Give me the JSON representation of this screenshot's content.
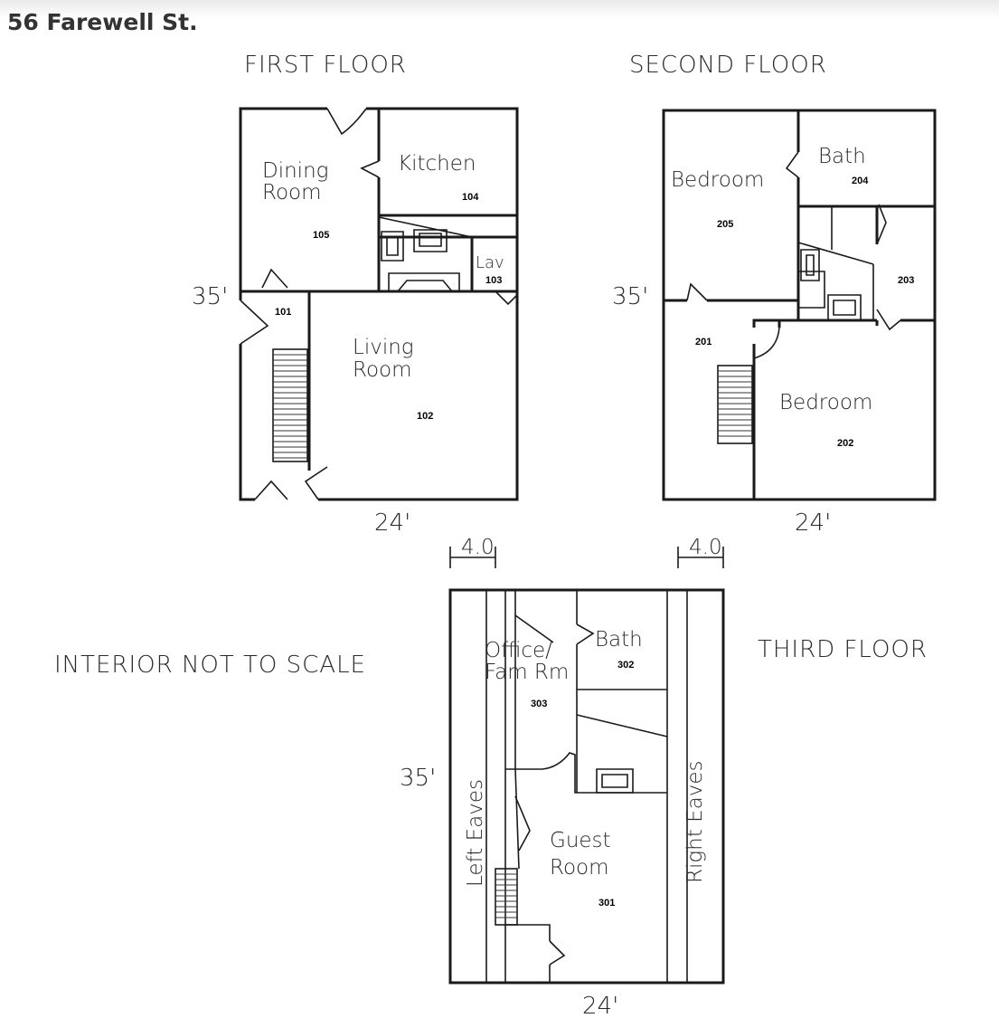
{
  "address": "56 Farewell St.",
  "note": "INTERIOR NOT TO SCALE",
  "first_floor": {
    "title": "FIRST FLOOR",
    "width": "24'",
    "depth": "35'",
    "rooms": {
      "dining_line1": "Dining",
      "dining_line2": "Room",
      "dining_num": "105",
      "kitchen": "Kitchen",
      "kitchen_num": "104",
      "lav": "Lav",
      "lav_num": "103",
      "entry_num": "101",
      "living_line1": "Living",
      "living_line2": "Room",
      "living_num": "102"
    }
  },
  "second_floor": {
    "title": "SECOND FLOOR",
    "width": "24'",
    "depth": "35'",
    "rooms": {
      "bedroom_a": "Bedroom",
      "bedroom_a_num": "205",
      "bath": "Bath",
      "bath_num": "204",
      "closet_num": "203",
      "hall_num": "201",
      "bedroom_b": "Bedroom",
      "bedroom_b_num": "202"
    }
  },
  "third_floor": {
    "title": "THIRD FLOOR",
    "width": "24'",
    "depth": "35'",
    "eaves_dim_left": "4.0",
    "eaves_dim_right": "4.0",
    "rooms": {
      "office_line1": "Office/",
      "office_line2": "Fam Rm",
      "office_num": "303",
      "bath": "Bath",
      "bath_num": "302",
      "guest_line1": "Guest",
      "guest_line2": "Room",
      "guest_num": "301",
      "left_eaves": "Left Eaves",
      "right_eaves": "Right Eaves"
    }
  }
}
